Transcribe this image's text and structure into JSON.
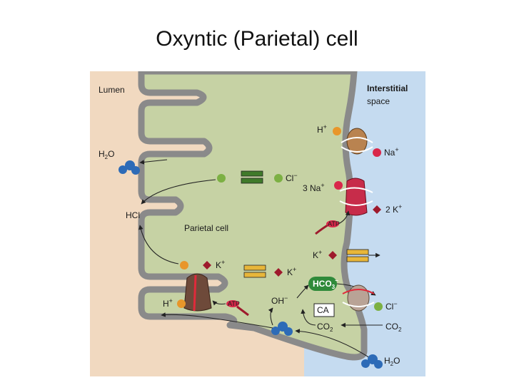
{
  "slide": {
    "title": "Oxyntic (Parietal) cell"
  },
  "diagram": {
    "regions": {
      "lumen": "Lumen",
      "interstitial_line1": "Interstitial",
      "interstitial_line2": "space",
      "cell": "Parietal cell"
    },
    "molecules": {
      "h2o_lumen_base": "H",
      "h2o_lumen_sub": "2",
      "h2o_lumen_end": "O",
      "hcl": "HCl",
      "cl_lumen": "Cl",
      "cl_lumen_sup": "−",
      "h_top": "H",
      "h_top_sup": "+",
      "na_top": "Na",
      "na_top_sup": "+",
      "na3": "3 Na",
      "na3_sup": "+",
      "k2": "2 K",
      "k2_sup": "+",
      "k_right": "K",
      "k_right_sup": "+",
      "k_pump": "K",
      "k_pump_sup": "+",
      "k_channel": "K",
      "k_channel_sup": "+",
      "h_pump": "H",
      "h_pump_sup": "+",
      "oh": "OH",
      "oh_sup": "−",
      "hco3": "HCO",
      "hco3_sub": "3",
      "hco3_sup": "−",
      "ca": "CA",
      "co2_inner": "CO",
      "co2_inner_sub": "2",
      "co2_outer": "CO",
      "co2_outer_sub": "2",
      "cl_right": "Cl",
      "cl_right_sup": "−",
      "h2o_inter_base": "H",
      "h2o_inter_sub": "2",
      "h2o_inter_end": "O",
      "atp_1": "ATP",
      "atp_2": "ATP"
    },
    "colors": {
      "lumen": "#f1d9c0",
      "interstitial": "#c5dbf0",
      "cell": "#c6d2a4",
      "membrane": "#8a8a8a",
      "h_ion": "#e8962a",
      "na_ion": "#d9274a",
      "k_ion": "#9e1a2c",
      "cl_ion": "#7cb043",
      "water": "#2d6bb7",
      "hco3_box": "#2f8a3a"
    }
  }
}
